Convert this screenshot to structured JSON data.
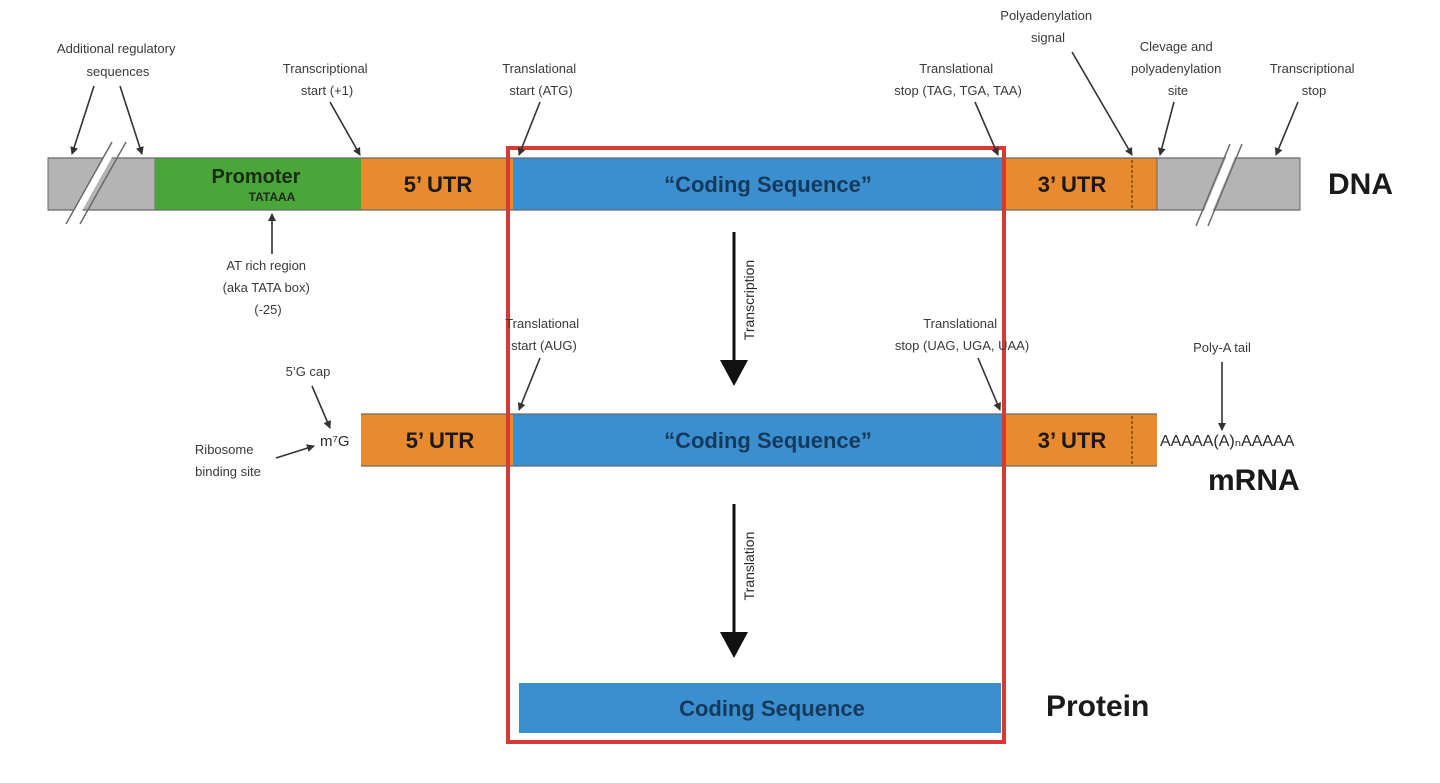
{
  "colors": {
    "gray": "#b4b4b4",
    "promoter": "#4aa53a",
    "utr": "#e88a2e",
    "coding": "#3b8fcf",
    "highlight_box": "#d63a35"
  },
  "dna": {
    "label": "DNA",
    "promoter": "Promoter",
    "tata": "TATAAA",
    "utr5": "5’ UTR",
    "coding": "“Coding Sequence”",
    "utr3": "3’ UTR"
  },
  "mrna": {
    "label": "mRNA",
    "cap": "m⁷G",
    "utr5": "5’ UTR",
    "coding": "“Coding Sequence”",
    "utr3": "3’ UTR",
    "poly_tail": "AAAAA(A)ₙAAAAA"
  },
  "protein": {
    "label": "Protein",
    "coding": "Coding Sequence"
  },
  "arrows": {
    "transcription": "Transcription",
    "translation": "Translation"
  },
  "annotations": {
    "additional_regulatory": [
      "Additional regulatory",
      "sequences"
    ],
    "transcriptional_start": [
      "Transcriptional",
      "start (+1)"
    ],
    "translational_start_dna": [
      "Translational",
      "start (ATG)"
    ],
    "translational_stop_dna": [
      "Translational",
      "stop (TAG, TGA, TAA)"
    ],
    "polyadenylation_signal": [
      "Polyadenylation",
      "signal"
    ],
    "cleavage_site": [
      "Clevage and",
      "polyadenylation",
      "site"
    ],
    "transcriptional_stop": [
      "Transcriptional",
      "stop"
    ],
    "at_rich": [
      "AT rich region",
      "(aka TATA box)",
      "(-25)"
    ],
    "translational_start_mrna": [
      "Translational",
      "start (AUG)"
    ],
    "translational_stop_mrna": [
      "Translational",
      "stop (UAG, UGA, UAA)"
    ],
    "five_g_cap": [
      "5’G cap"
    ],
    "ribosome_binding": [
      "Ribosome",
      "binding site"
    ],
    "poly_a_tail": [
      "Poly-A tail"
    ]
  }
}
